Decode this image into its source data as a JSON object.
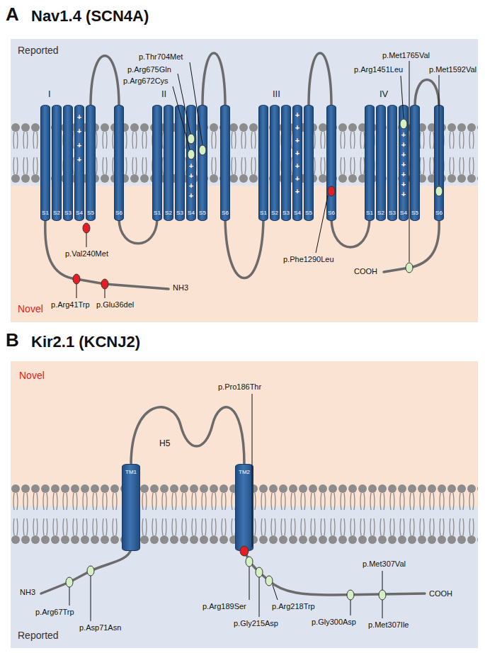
{
  "diagram": {
    "nodes": [
      {
        "text": [
          "Reported"
        ]
      },
      {
        "text": [
          "Novel"
        ]
      },
      {
        "text": [
          "S1"
        ]
      },
      {
        "text": [
          "S2"
        ]
      },
      {
        "text": [
          "S3"
        ]
      },
      {
        "text": [
          "S4"
        ]
      },
      {
        "text": [
          "S5"
        ]
      },
      {
        "text": [
          "S6"
        ]
      },
      {
        "text": [
          "S1"
        ]
      },
      {
        "text": [
          "S2"
        ]
      },
      {
        "text": [
          "S3"
        ]
      },
      {
        "text": [
          "S4"
        ]
      },
      {
        "text": [
          "S5"
        ]
      },
      {
        "text": [
          "S6"
        ]
      },
      {
        "text": [
          "S1"
        ]
      },
      {
        "text": [
          "S2"
        ]
      },
      {
        "text": [
          "S3"
        ]
      },
      {
        "text": [
          "S4"
        ]
      },
      {
        "text": [
          "S5"
        ]
      },
      {
        "text": [
          "S6"
        ]
      },
      {
        "text": [
          "S1"
        ]
      },
      {
        "text": [
          "S2"
        ]
      },
      {
        "text": [
          "S3"
        ]
      },
      {
        "text": [
          "S4"
        ]
      },
      {
        "text": [
          "S5"
        ]
      },
      {
        "text": [
          "S6"
        ]
      },
      {
        "text": [
          "Novel"
        ]
      },
      {
        "text": [
          "Reported"
        ]
      },
      {
        "text": [
          "TM1"
        ]
      },
      {
        "text": [
          "TM2"
        ]
      }
    ],
    "labels": [
      "A",
      "Nav1.4 (SCN4A)",
      "I",
      "II",
      "III",
      "IV",
      "p.Thr704Met",
      "p.Arg675Gln",
      "p.Arg672Cys",
      "p.Met1765Val",
      "p.Arg1451Leu",
      "p.Met1592Val",
      "p.Val240Met",
      "p.Arg41Trp",
      "p.Glu36del",
      "NH3",
      "p.Phe1290Leu",
      "COOH",
      "+",
      "+",
      "+",
      "+",
      "+",
      "+",
      "+",
      "+",
      "+",
      "+",
      "+",
      "+",
      "+",
      "+",
      "+",
      "+",
      "+",
      "+",
      "+",
      "+",
      "+",
      "+",
      "B",
      "Kir2.1 (KCNJ2)",
      "H5",
      "p.Pro186Thr",
      "p.Arg67Trp",
      "p.Asp71Asn",
      "p.Arg189Ser",
      "p.Gly215Asp",
      "p.Arg218Trp",
      "p.Gly300Asp",
      "p.Met307Val",
      "p.Met307Ile",
      "NH3",
      "COOH"
    ]
  }
}
